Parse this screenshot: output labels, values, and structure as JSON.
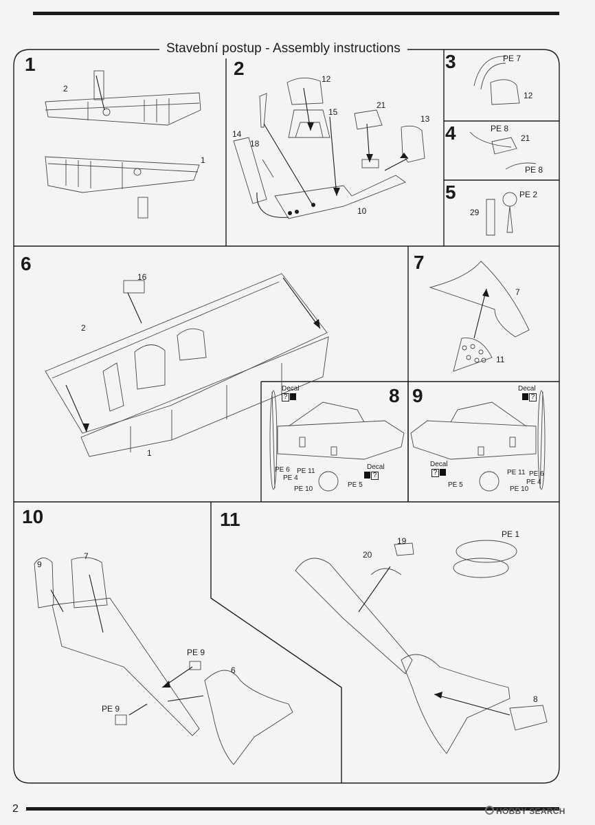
{
  "page": {
    "title": "Stavební postup - Assembly instructions",
    "page_number": "2",
    "watermark": "HOBBY SEARCH"
  },
  "steps": [
    {
      "number": "1",
      "parts": [
        "2",
        "1"
      ]
    },
    {
      "number": "2",
      "parts": [
        "12",
        "15",
        "21",
        "13",
        "14",
        "18",
        "10"
      ]
    },
    {
      "number": "3",
      "parts": [
        "PE 7",
        "12"
      ]
    },
    {
      "number": "4",
      "parts": [
        "PE 8",
        "21",
        "PE 8"
      ]
    },
    {
      "number": "5",
      "parts": [
        "PE 2",
        "29"
      ]
    },
    {
      "number": "6",
      "parts": [
        "16",
        "2",
        "1"
      ]
    },
    {
      "number": "7",
      "parts": [
        "7",
        "11"
      ]
    },
    {
      "number": "8",
      "parts": [
        "Decal",
        "PE 6",
        "PE 4",
        "PE 11",
        "Decal",
        "PE 10",
        "PE 5"
      ]
    },
    {
      "number": "9",
      "parts": [
        "Decal",
        "Decal",
        "PE 11",
        "PE 6",
        "PE 4",
        "PE 5",
        "PE 10"
      ]
    },
    {
      "number": "10",
      "parts": [
        "9",
        "7",
        "PE 9",
        "6",
        "PE 9"
      ]
    },
    {
      "number": "11",
      "parts": [
        "19",
        "20",
        "PE 1",
        "8"
      ]
    }
  ],
  "decal_mark": "?",
  "icons": [
    "decal-square-icon",
    "hobbysearch-logo-icon"
  ]
}
